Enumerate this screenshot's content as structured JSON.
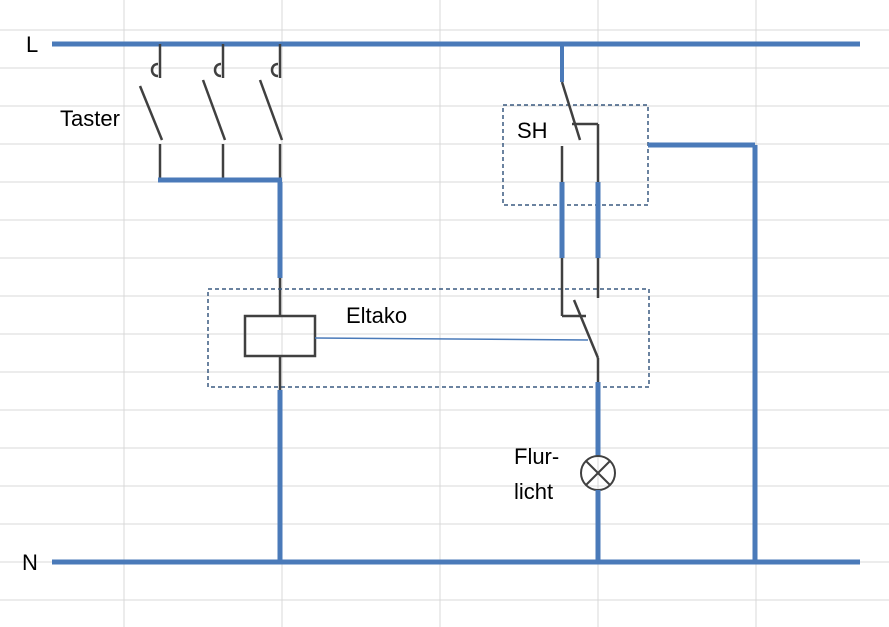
{
  "diagram": {
    "rail_top_label": "L",
    "rail_bottom_label": "N",
    "pushbuttons_label": "Taster",
    "stair_switch_label": "SH",
    "relay_label": "Eltako",
    "lamp_label_line1": "Flur-",
    "lamp_label_line2": "licht"
  },
  "colors": {
    "wire": "#4a7ab9",
    "component": "#404040",
    "grid": "#d9d9d9",
    "dashed_box": "#3a5a80",
    "link_line": "#4a7ab9"
  },
  "icons": [
    "pushbutton-symbol",
    "coil-symbol",
    "switch-contact-symbol",
    "lamp-symbol"
  ]
}
